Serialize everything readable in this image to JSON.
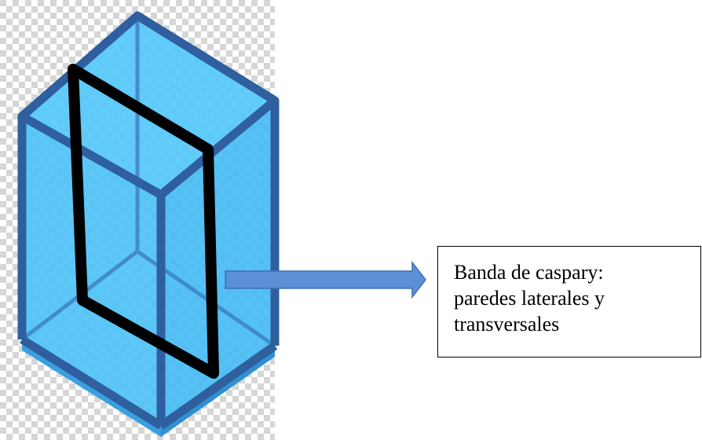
{
  "label": {
    "lines": [
      "Banda de caspary:",
      "paredes laterales y",
      "transversales"
    ]
  },
  "colors": {
    "cell_fill": "#4fc3f7",
    "cell_edge": "#2f5f9e",
    "cell_edge_light": "#3a78bf",
    "cell_base": "#3aa0e0",
    "band": "#000000",
    "arrow_fill": "#5b8fd6",
    "arrow_stroke": "#3f6fb5",
    "checker_light": "#ffffff",
    "checker_dark": "#d6d6d6"
  }
}
